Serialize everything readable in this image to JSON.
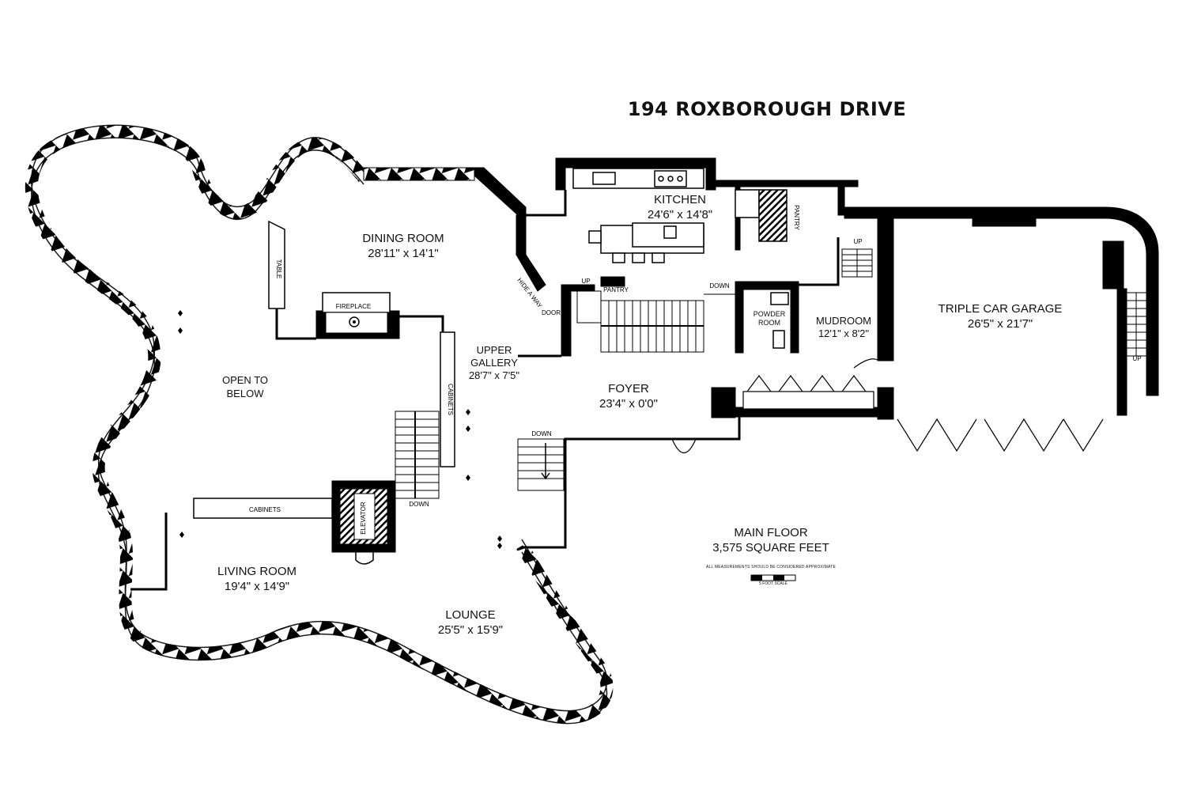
{
  "title": "194 ROXBOROUGH DRIVE",
  "rooms": {
    "dining": {
      "name": "DINING ROOM",
      "dims": "28'11\" x 14'1\""
    },
    "kitchen": {
      "name": "KITCHEN",
      "dims": "24'6\" x 14'8\""
    },
    "open_below": {
      "line1": "OPEN TO",
      "line2": "BELOW"
    },
    "upper_gallery": {
      "line1": "UPPER",
      "line2": "GALLERY",
      "dims": "28'7\" x 7'5\""
    },
    "foyer": {
      "name": "FOYER",
      "dims": "23'4\" x 0'0\""
    },
    "powder": {
      "line1": "POWDER",
      "line2": "ROOM"
    },
    "mudroom": {
      "name": "MUDROOM",
      "dims": "12'1\" x 8'2\""
    },
    "garage": {
      "name": "TRIPLE CAR GARAGE",
      "dims": "26'5\" x 21'7\""
    },
    "living": {
      "name": "LIVING ROOM",
      "dims": "19'4\" x 14'9\""
    },
    "lounge": {
      "name": "LOUNGE",
      "dims": "25'5\" x 15'9\""
    }
  },
  "labels": {
    "table": "TABLE",
    "fireplace": "FIREPLACE",
    "cabinets_vertical": "CABINETS",
    "cabinets_horizontal": "CABINETS",
    "elevator": "ELEVATOR",
    "pantry_small": "PANTRY",
    "pantry_kitchen": "PANTRY",
    "hide_a_way": "HIDE A WAY",
    "door": "DOOR",
    "up_stair_main": "UP",
    "down_stair_main": "DOWN",
    "up_mudroom": "UP",
    "up_garage": "UP",
    "down_foyer": "DOWN",
    "down_gallery": "DOWN"
  },
  "floor": {
    "name": "MAIN FLOOR",
    "area": "3,575 SQUARE FEET"
  },
  "disclaimer": "ALL MEASUREMENTS SHOULD BE CONSIDERED APPROXIMATE",
  "scale_label": "5 FOOT SCALE"
}
